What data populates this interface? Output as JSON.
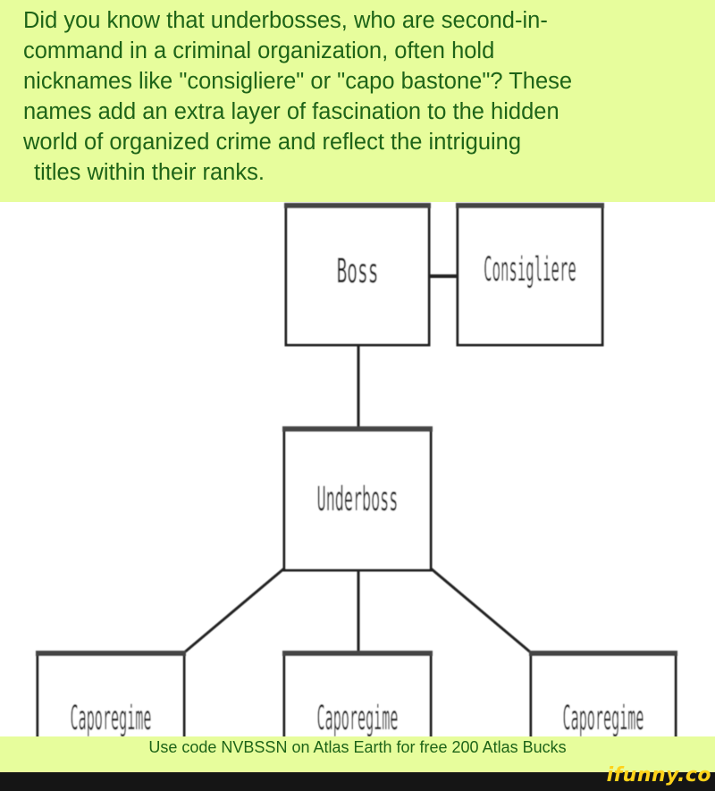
{
  "caption": {
    "lines": [
      "Did you know that underbosses, who are second-in-",
      "command in a criminal organization, often hold",
      "nicknames like \"consigliere\" or \"capo bastone\"? These",
      "names add an extra layer of fascination to the hidden",
      "world of organized crime and reflect the intriguing",
      "titles within their ranks."
    ]
  },
  "diagram": {
    "boss": "Boss",
    "consigliere": "Consigliere",
    "underboss": "Underboss",
    "caporegimes": [
      "Caporegime",
      "Caporegime",
      "Caporegime"
    ]
  },
  "promo": {
    "text": "Use code NVBSSN on Atlas Earth for free 200 Atlas Bucks"
  },
  "brand": {
    "text": "ifunny.co"
  }
}
